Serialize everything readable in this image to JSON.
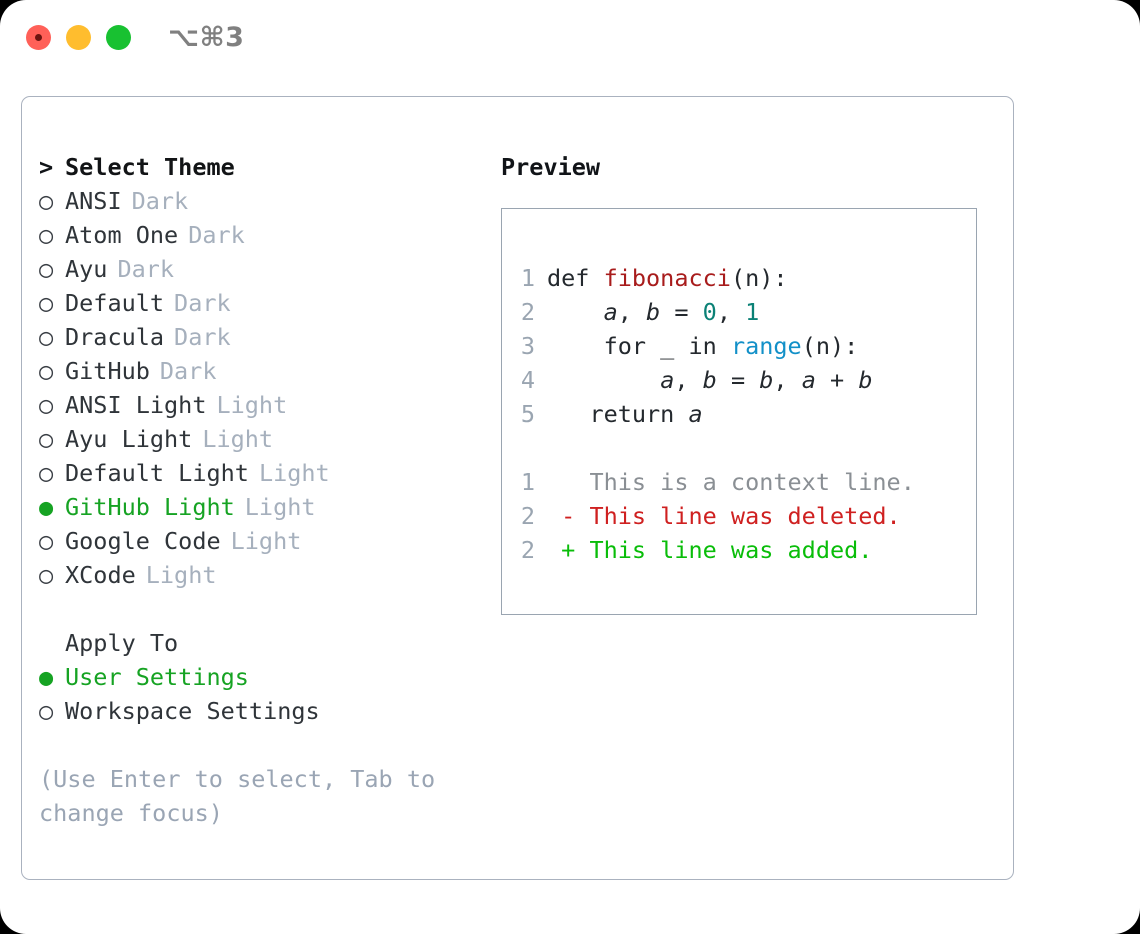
{
  "window": {
    "shortcut": "⌥⌘3",
    "traffic_lights": [
      "close-red",
      "minimize-yellow",
      "maximize-green"
    ],
    "colors": {
      "red": "#ff6058",
      "yellow": "#ffbd2e",
      "green": "#18c131",
      "accent_green": "#16a323",
      "panel_border": "#aab2bf",
      "muted": "#a6b0bd"
    }
  },
  "theme_list": {
    "caret": ">",
    "header": "Select Theme",
    "marker_unselected": "○",
    "marker_selected": "●",
    "items": [
      {
        "name": "ANSI",
        "variant": "Dark",
        "selected": false
      },
      {
        "name": "Atom One",
        "variant": "Dark",
        "selected": false
      },
      {
        "name": "Ayu",
        "variant": "Dark",
        "selected": false
      },
      {
        "name": "Default",
        "variant": "Dark",
        "selected": false
      },
      {
        "name": "Dracula",
        "variant": "Dark",
        "selected": false
      },
      {
        "name": "GitHub",
        "variant": "Dark",
        "selected": false
      },
      {
        "name": "ANSI Light",
        "variant": "Light",
        "selected": false
      },
      {
        "name": "Ayu Light",
        "variant": "Light",
        "selected": false
      },
      {
        "name": "Default Light",
        "variant": "Light",
        "selected": false
      },
      {
        "name": "GitHub Light",
        "variant": "Light",
        "selected": true
      },
      {
        "name": "Google Code",
        "variant": "Light",
        "selected": false
      },
      {
        "name": "XCode",
        "variant": "Light",
        "selected": false
      }
    ]
  },
  "apply_to": {
    "header": "Apply To",
    "items": [
      {
        "name": "User Settings",
        "selected": true
      },
      {
        "name": "Workspace Settings",
        "selected": false
      }
    ]
  },
  "hint": "(Use Enter to select, Tab to change focus)",
  "preview": {
    "title": "Preview",
    "code_lines": [
      {
        "num": "1",
        "segments": [
          {
            "text": "def ",
            "kind": "kw"
          },
          {
            "text": "fibonacci",
            "kind": "fn"
          },
          {
            "text": "(n):",
            "kind": "plain"
          }
        ]
      },
      {
        "num": "2",
        "segments": [
          {
            "text": "    ",
            "kind": "plain"
          },
          {
            "text": "a",
            "kind": "var"
          },
          {
            "text": ", ",
            "kind": "plain"
          },
          {
            "text": "b",
            "kind": "var"
          },
          {
            "text": " = ",
            "kind": "plain"
          },
          {
            "text": "0",
            "kind": "num"
          },
          {
            "text": ", ",
            "kind": "plain"
          },
          {
            "text": "1",
            "kind": "num"
          }
        ]
      },
      {
        "num": "3",
        "segments": [
          {
            "text": "    for _ in ",
            "kind": "kw"
          },
          {
            "text": "range",
            "kind": "builtin"
          },
          {
            "text": "(n):",
            "kind": "plain"
          }
        ]
      },
      {
        "num": "4",
        "segments": [
          {
            "text": "        ",
            "kind": "plain"
          },
          {
            "text": "a",
            "kind": "var"
          },
          {
            "text": ", ",
            "kind": "plain"
          },
          {
            "text": "b",
            "kind": "var"
          },
          {
            "text": " = ",
            "kind": "plain"
          },
          {
            "text": "b",
            "kind": "var"
          },
          {
            "text": ", ",
            "kind": "plain"
          },
          {
            "text": "a",
            "kind": "var"
          },
          {
            "text": " + ",
            "kind": "plain"
          },
          {
            "text": "b",
            "kind": "var"
          }
        ]
      },
      {
        "num": "5",
        "segments": [
          {
            "text": "   return ",
            "kind": "kw"
          },
          {
            "text": "a",
            "kind": "var"
          }
        ]
      }
    ],
    "diff_lines": [
      {
        "num": "1",
        "segments": [
          {
            "text": "   This is a context line.",
            "kind": "ctx"
          }
        ]
      },
      {
        "num": "2",
        "segments": [
          {
            "text": " - This line was deleted.",
            "kind": "del"
          }
        ]
      },
      {
        "num": "2",
        "segments": [
          {
            "text": " + This line was added.",
            "kind": "add"
          }
        ]
      }
    ],
    "syntax_colors": {
      "function": "#a81c1c",
      "number": "#0b8176",
      "builtin": "#1290c8",
      "plain": "#24292e",
      "line_number": "#9aa5b1",
      "context": "#8a8f94",
      "deleted": "#cf2020",
      "added": "#09bd09"
    }
  }
}
